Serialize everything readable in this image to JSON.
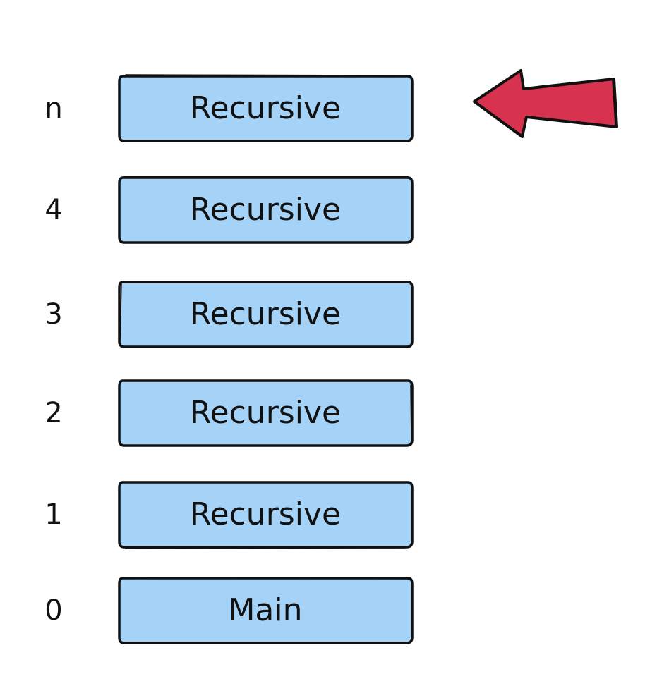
{
  "colors": {
    "frame_fill": "#a5d2f7",
    "frame_stroke": "#111111",
    "arrow_fill": "#d7324e",
    "arrow_stroke": "#111111"
  },
  "stack_frames": [
    {
      "index": "n",
      "label": "Recursive"
    },
    {
      "index": "4",
      "label": "Recursive"
    },
    {
      "index": "3",
      "label": "Recursive"
    },
    {
      "index": "2",
      "label": "Recursive"
    },
    {
      "index": "1",
      "label": "Recursive"
    },
    {
      "index": "0",
      "label": "Main"
    }
  ],
  "pointer": {
    "icon": "arrow-left-icon",
    "points_to_index": "n"
  }
}
